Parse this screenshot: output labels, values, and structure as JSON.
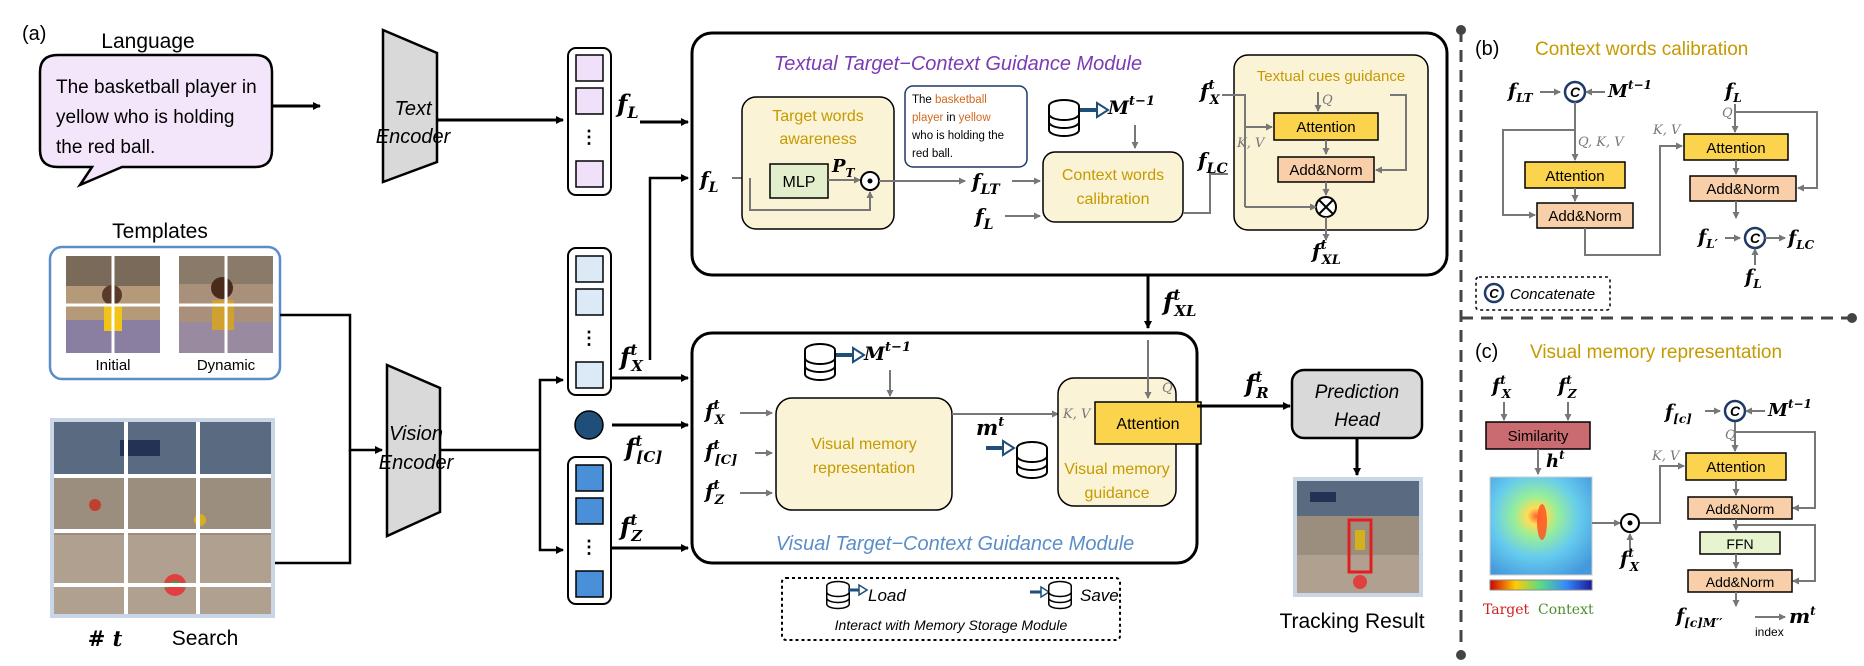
{
  "panel_a": {
    "label": "(a)",
    "language_title": "Language",
    "language_text": [
      "The basketball player in",
      "yellow who is holding",
      "the red ball."
    ],
    "text_encoder": [
      "Text",
      "Encoder"
    ],
    "vision_encoder": [
      "Vision",
      "Encoder"
    ],
    "templates_title": "Templates",
    "template_initial": "Initial",
    "template_dynamic": "Dynamic",
    "search_title": "Search",
    "search_index": "# t",
    "textual_module_title": "Textual Target−Context Guidance Module",
    "target_words_awareness": [
      "Target words",
      "awareness"
    ],
    "mlp": "MLP",
    "pt": "P",
    "pt_sub": "T",
    "annotation_text": [
      [
        "The ",
        "basketball"
      ],
      [
        "player",
        " in ",
        "yellow"
      ],
      [
        "who is holding the"
      ],
      [
        "red ball."
      ]
    ],
    "context_words_calibration": [
      "Context words",
      "calibration"
    ],
    "textual_cues_guidance": "Textual cues guidance",
    "attention": "Attention",
    "add_norm": "Add&Norm",
    "q": "Q",
    "kv": "K, V",
    "visual_module_title": "Visual Target−Context Guidance Module",
    "visual_memory_representation": [
      "Visual memory",
      "representation"
    ],
    "visual_memory_guidance": [
      "Visual memory",
      "guidance"
    ],
    "prediction_head": [
      "Prediction",
      "Head"
    ],
    "tracking_result": "Tracking Result",
    "legend_load": "Load",
    "legend_save": "Save",
    "legend_caption": "Interact with Memory Storage Module",
    "sym_fL": "f",
    "sub_L": "L",
    "sym_M": "M",
    "sup_t1": "t−1",
    "sym_fLT": "f",
    "sub_LT": "LT",
    "sub_LC": "LC",
    "sub_X": "X",
    "sub_XL": "XL",
    "sub_C": "[C]",
    "sub_Z": "Z",
    "sub_R": "R",
    "sup_t": "t",
    "sym_m": "m",
    "odot": "⊙",
    "otimes": "⊗"
  },
  "panel_b": {
    "label": "(b)",
    "title": "Context words calibration",
    "qkv": "Q, K, V",
    "kv": "K, V",
    "q": "Q",
    "attention": "Attention",
    "add_norm": "Add&Norm",
    "concat_symbol": "C",
    "concatenate": "Concatenate",
    "sub_Lprime": "L′"
  },
  "panel_c": {
    "label": "(c)",
    "title": "Visual memory representation",
    "similarity": "Similarity",
    "h": "h",
    "target": "Target",
    "context": "Context",
    "attention": "Attention",
    "add_norm": "Add&Norm",
    "ffn": "FFN",
    "kv": "K, V",
    "q": "Q",
    "sub_CM": "[c]M′′",
    "sub_c": "[c]",
    "index": "index"
  },
  "colors": {
    "gold_text": "#c59a00",
    "yellow_box": "#fcd34d",
    "cream_box": "#fbf3d6",
    "peach_box": "#f8cfa8",
    "purple_title": "#7a3bb5",
    "blue_title": "#5b8ec9",
    "similarity_box": "#c96b70",
    "ffn_box": "#e8f3cf",
    "orange_word": "#d2691e",
    "green_context": "#4c8f2e",
    "red_target": "#d02020"
  }
}
